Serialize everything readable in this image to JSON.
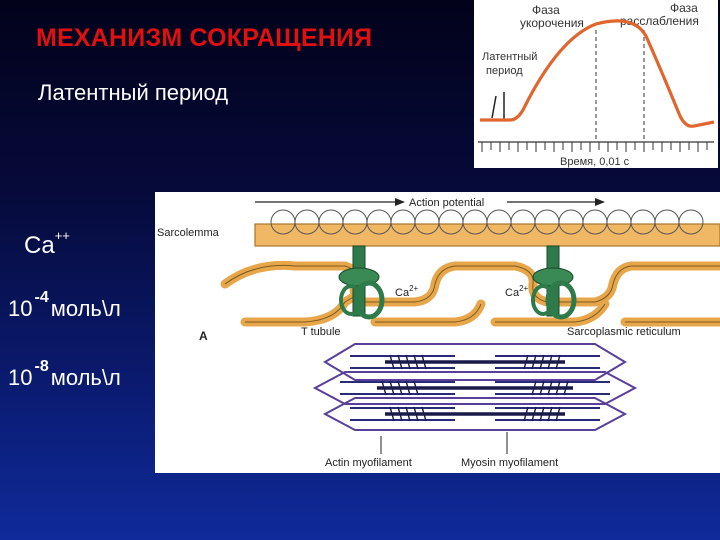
{
  "slide": {
    "title": "МЕХАНИЗМ СОКРАЩЕНИЯ",
    "subtitle": "Латентный период",
    "ion": {
      "base": "Ca",
      "charge": "++"
    },
    "concentrations": [
      {
        "base": "10",
        "exponent": "-4",
        "unit": "моль\\л"
      },
      {
        "base": "10",
        "exponent": "-8",
        "unit": "моль\\л"
      }
    ]
  },
  "graph": {
    "label_shortening": [
      "Фаза",
      "укорочения"
    ],
    "label_relaxation": [
      "Фаза",
      "расслабления"
    ],
    "label_latent": [
      "Латентный",
      "период"
    ],
    "axis_label": "Время, 0,01 с",
    "curve_color": "#e0662e"
  },
  "diagram": {
    "action_potential": "Action potential",
    "sarcolemma": "Sarcolemma",
    "ca_left": "Ca",
    "ca_right": "Ca",
    "ca_charge": "2+",
    "t_tubule": "T tubule",
    "sarcoplasmic_reticulum": "Sarcoplasmic reticulum",
    "panel_letter": "A",
    "actin": "Actin myofilament",
    "myosin": "Myosin myofilament",
    "colors": {
      "reticulum": "#e8a64a",
      "tubule": "#2e7a4a",
      "filament": "#5a3f9a"
    }
  }
}
